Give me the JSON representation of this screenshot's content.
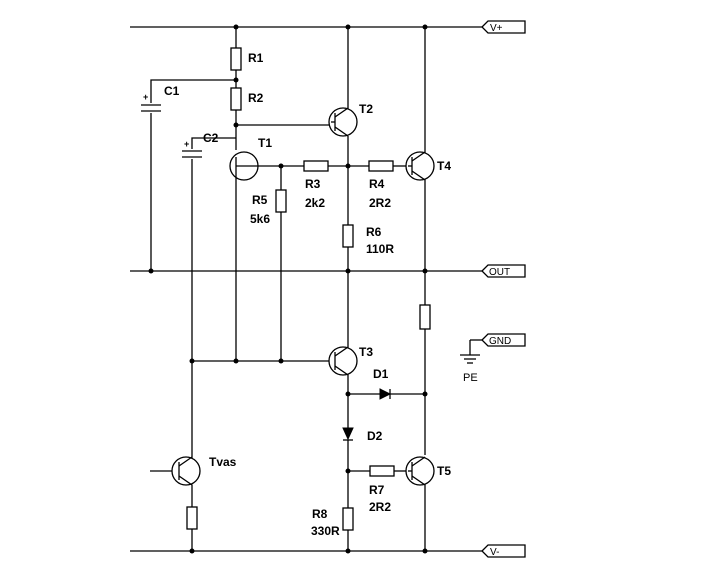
{
  "ports": {
    "vplus": "V+",
    "out": "OUT",
    "gnd": "GND",
    "vminus": "V-"
  },
  "ground_label": "PE",
  "components": {
    "r1": "R1",
    "r2": "R2",
    "c1": "C1",
    "c2": "C2",
    "t1": "T1",
    "t2": "T2",
    "t3": "T3",
    "t4": "T4",
    "t5": "T5",
    "tvas": "Tvas",
    "r3": "R3",
    "r3_val": "2k2",
    "r4": "R4",
    "r4_val": "2R2",
    "r5": "R5",
    "r5_val": "5k6",
    "r6": "R6",
    "r6_val": "110R",
    "r7": "R7",
    "r7_val": "2R2",
    "r8": "R8",
    "r8_val": "330R",
    "d1": "D1",
    "d2": "D2"
  }
}
